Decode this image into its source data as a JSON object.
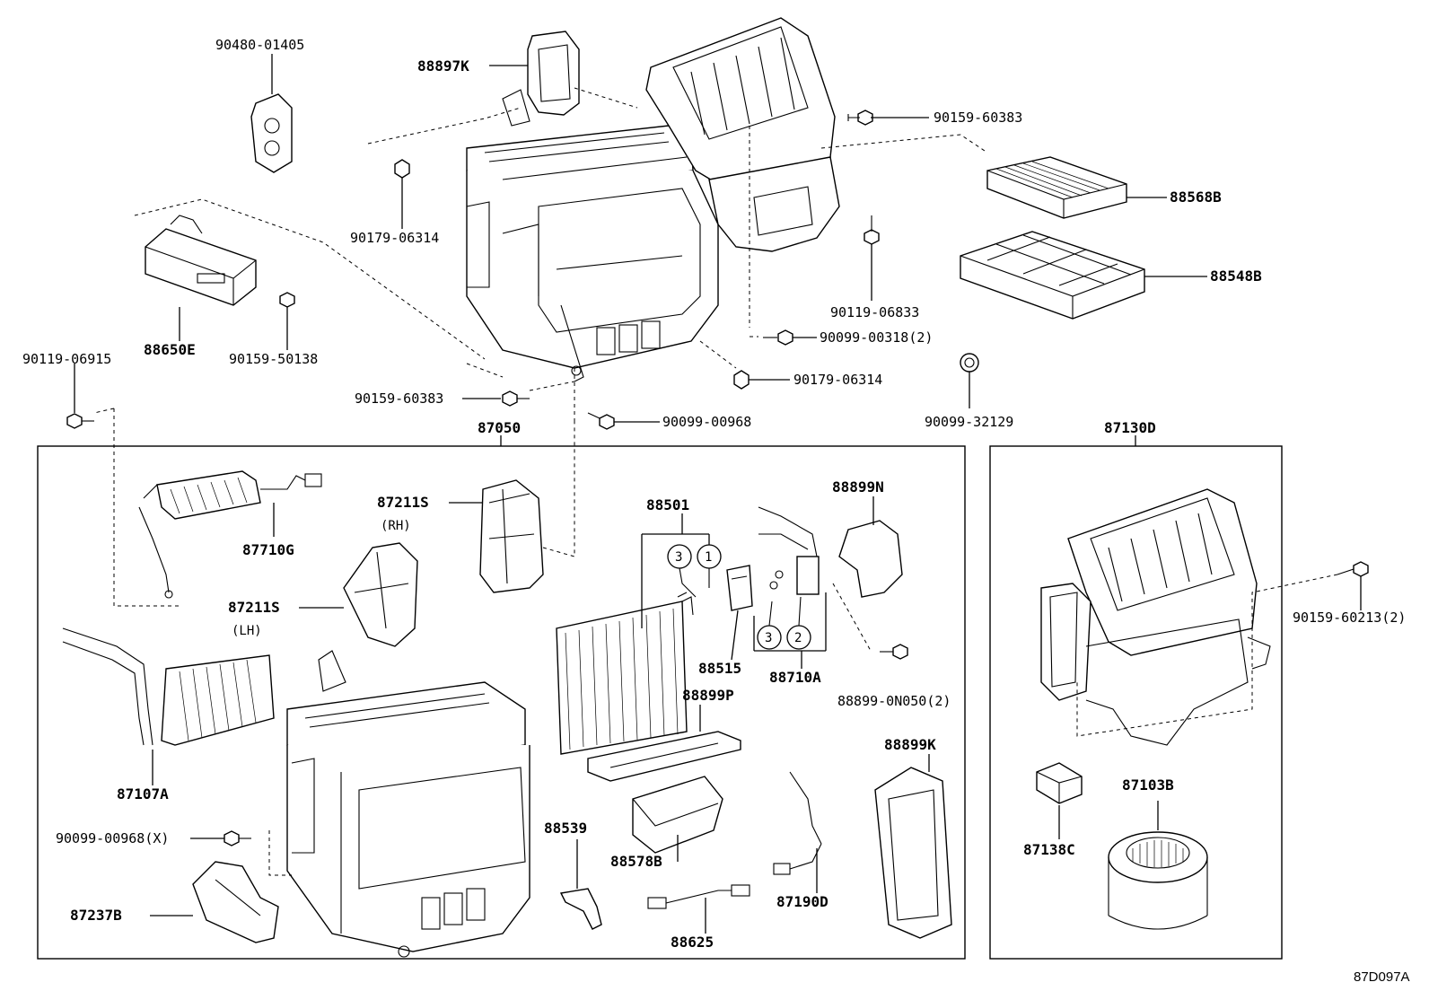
{
  "diagram_id": "87D097A",
  "labels": {
    "p90480_01405": "90480-01405",
    "p88897K": "88897K",
    "p90159_60383_top": "90159-60383",
    "p88568B": "88568B",
    "p88548B": "88548B",
    "p90179_06314_top": "90179-06314",
    "p90119_06833": "90119-06833",
    "p90099_00318": "90099-00318(2)",
    "p88650E": "88650E",
    "p90159_50138": "90159-50138",
    "p90119_06915": "90119-06915",
    "p90159_60383_mid": "90159-60383",
    "p90179_06314_mid": "90179-06314",
    "p90099_00968": "90099-00968",
    "p90099_32129": "90099-32129",
    "p87050": "87050",
    "p87130D": "87130D",
    "p87710G": "87710G",
    "p87211S_rh": "87211S",
    "rh": "(RH)",
    "p87211S_lh": "87211S",
    "lh": "(LH)",
    "p88501": "88501",
    "p88899N": "88899N",
    "p88515": "88515",
    "p88710A": "88710A",
    "p88899_0N050": "88899-0N050(2)",
    "p88899P": "88899P",
    "p88899K": "88899K",
    "p87107A": "87107A",
    "p90099_00968x": "90099-00968(X)",
    "p88539": "88539",
    "p88578B": "88578B",
    "p87237B": "87237B",
    "p88625": "88625",
    "p87190D": "87190D",
    "p90159_60213": "90159-60213(2)",
    "p87103B": "87103B",
    "p87138C": "87138C",
    "c3a": "3",
    "c1": "1",
    "c3b": "3",
    "c2": "2"
  }
}
